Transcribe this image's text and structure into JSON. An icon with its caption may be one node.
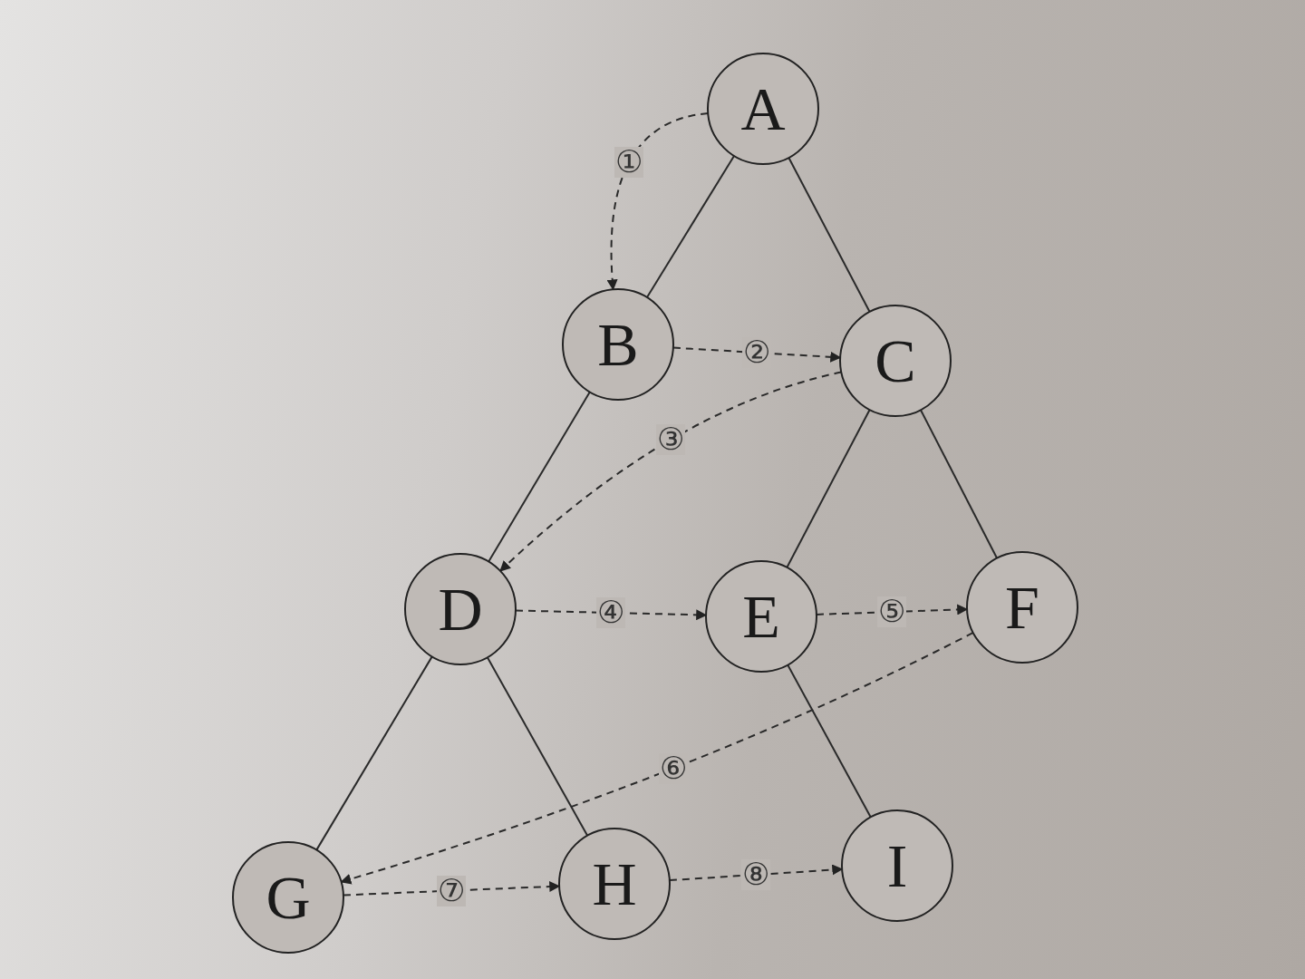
{
  "diagram": {
    "nodes": [
      {
        "text": [
          "A"
        ]
      },
      {
        "text": [
          "B"
        ]
      },
      {
        "text": [
          "C"
        ]
      },
      {
        "text": [
          "D"
        ]
      },
      {
        "text": [
          "E"
        ]
      },
      {
        "text": [
          "F"
        ]
      },
      {
        "text": [
          "G"
        ]
      },
      {
        "text": [
          "H"
        ]
      },
      {
        "text": [
          "I"
        ]
      }
    ],
    "edges": [
      {
        "from": 0,
        "to": 1,
        "arrow": "none"
      },
      {
        "from": 0,
        "to": 2,
        "arrow": "none"
      },
      {
        "from": 1,
        "to": 3,
        "arrow": "none"
      },
      {
        "from": 2,
        "to": 4,
        "arrow": "none"
      },
      {
        "from": 2,
        "to": 5,
        "arrow": "none"
      },
      {
        "from": 3,
        "to": 6,
        "arrow": "none"
      },
      {
        "from": 3,
        "to": 7,
        "arrow": "none"
      },
      {
        "from": 4,
        "to": 8,
        "arrow": "none"
      },
      {
        "from": 0,
        "to": 1,
        "arrow": "to",
        "label": "①",
        "style": "dashed"
      },
      {
        "from": 1,
        "to": 2,
        "arrow": "to",
        "label": "②",
        "style": "dashed"
      },
      {
        "from": 2,
        "to": 3,
        "arrow": "to",
        "label": "③",
        "style": "dashed"
      },
      {
        "from": 3,
        "to": 4,
        "arrow": "to",
        "label": "④",
        "style": "dashed"
      },
      {
        "from": 4,
        "to": 5,
        "arrow": "to",
        "label": "⑤",
        "style": "dashed"
      },
      {
        "from": 5,
        "to": 6,
        "arrow": "to",
        "label": "⑥",
        "style": "dashed"
      },
      {
        "from": 6,
        "to": 7,
        "arrow": "to",
        "label": "⑦",
        "style": "dashed"
      },
      {
        "from": 7,
        "to": 8,
        "arrow": "to",
        "label": "⑧",
        "style": "dashed"
      }
    ]
  }
}
